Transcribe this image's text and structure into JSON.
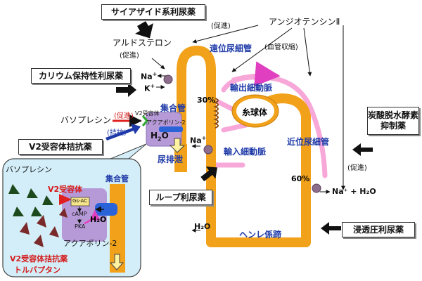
{
  "drugs": {
    "thiazide": "サイアザイド系利尿薬",
    "potassium_sparing": "カリウム保持性利尿薬",
    "v2_antagonist": "V2受容体拮抗薬",
    "loop": "ループ利尿薬",
    "carbonic_line1": "炭酸脱水酵素",
    "carbonic_line2": "抑制薬",
    "osmotic": "浸透圧利尿薬"
  },
  "hormones": {
    "aldosterone": "アルドステロン",
    "angiotensin": "アンジオテンシンⅡ",
    "vasopressin": "バソプレシン"
  },
  "annotations": {
    "promote": "(促進)",
    "promote_red": "(促進)",
    "antagonize": "(拮抗)",
    "vasoconstrict": "(血管収縮)",
    "v2_receptor_small": "V2受容体",
    "aquaporin_small": "アクアポリン-2"
  },
  "structures": {
    "distal_tubule": "遠位尿細管",
    "collecting_duct": "集合管",
    "efferent_arteriole": "輸出細動脈",
    "glomerulus": "糸球体",
    "afferent_arteriole": "輸入細動脈",
    "proximal_tubule": "近位尿細管",
    "henle_loop": "ヘンレ係蹄",
    "urine_excretion": "尿排泄"
  },
  "ions": {
    "na": "Na",
    "k": "K",
    "plus": "+",
    "h2o_h": "H",
    "h2o_sub": "2",
    "h2o_o": "O",
    "na_h2o": "Na⁺ + H₂O",
    "h2o": "H₂O"
  },
  "percentages": {
    "p30": "30%",
    "p60": "60%"
  },
  "inset": {
    "vasopressin": "バソプレシン",
    "v2_receptor": "V2受容体",
    "collecting_duct": "集合管",
    "gs_ac": "Gs-AC",
    "camp": "cAMP",
    "pka": "PKA",
    "h2o": "H₂O",
    "aquaporin": "アクアポリン-2",
    "antagonist_line1": "V2受容体拮抗薬",
    "antagonist_line2": "トルバプタン"
  },
  "colors": {
    "tubule_orange": "#f2a21a",
    "vessel_pink": "#f7a8d8",
    "cell_purple": "#b69ad8",
    "inset_bg": "#d3eef8",
    "receptor_red": "#e02020",
    "text_blue": "#1e3aa8",
    "arrow_black": "#111111"
  }
}
